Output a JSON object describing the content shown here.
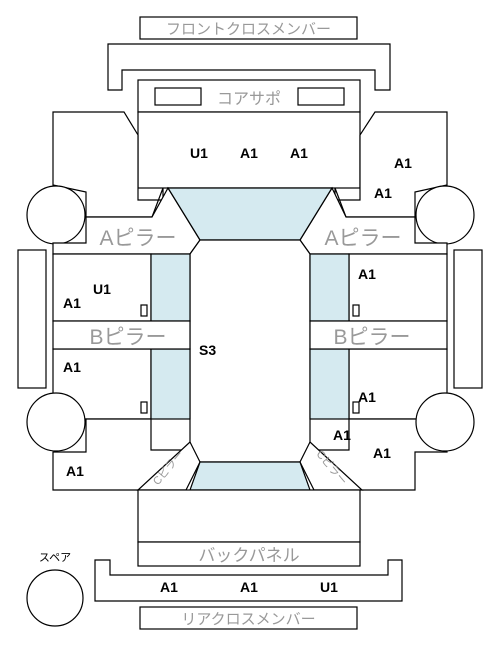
{
  "labels": {
    "front_cross_member": "フロントクロスメンバー",
    "core_support": "コアサポ",
    "a_pillar_left": "Aピラー",
    "a_pillar_right": "Aピラー",
    "b_pillar_left": "Bピラー",
    "b_pillar_right": "Bピラー",
    "c_pillar_left": "Cピラー",
    "c_pillar_right": "Cピラー",
    "back_panel": "バックパネル",
    "rear_cross_member": "リアクロスメンバー",
    "spare": "スペア"
  },
  "codes": {
    "core_support_1": "U1",
    "core_support_2": "A1",
    "core_support_3": "A1",
    "front_right_upper": "A1",
    "front_right_lower": "A1",
    "left_front_door_1": "U1",
    "left_front_door_2": "A1",
    "right_front_door": "A1",
    "left_rear_door": "A1",
    "roof": "S3",
    "right_rear_door": "A1",
    "rear_right_1": "A1",
    "rear_right_2": "A1",
    "rear_left": "A1",
    "rear_member_1": "A1",
    "rear_member_2": "A1",
    "rear_member_3": "U1"
  }
}
